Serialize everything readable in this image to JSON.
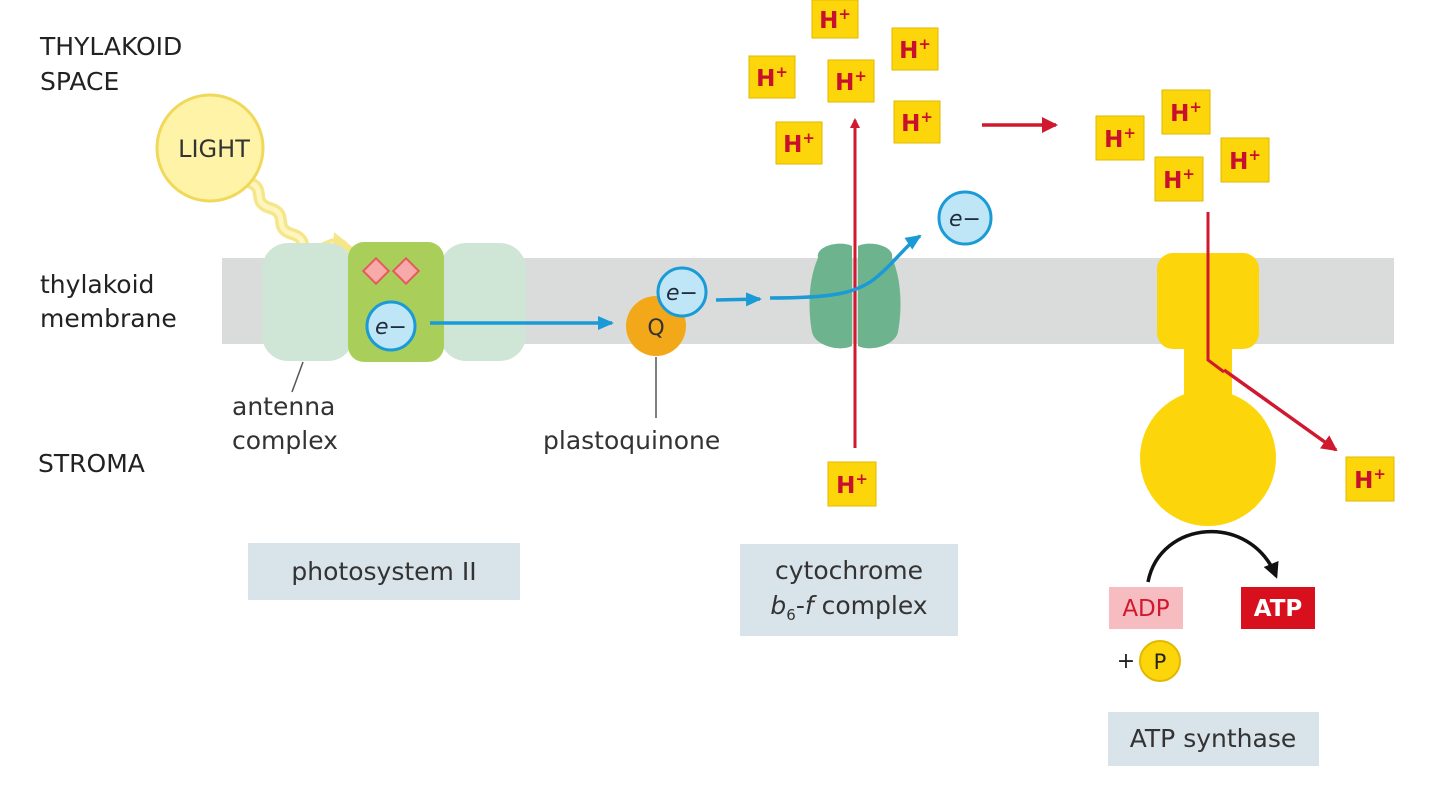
{
  "regions": {
    "thylakoid_space_line1": "THYLAKOID",
    "thylakoid_space_line2": "SPACE",
    "membrane_line1": "thylakoid",
    "membrane_line2": "membrane",
    "stroma": "STROMA"
  },
  "light": {
    "label": "LIGHT"
  },
  "electron": {
    "symbol": "e",
    "charge": "−"
  },
  "proton": {
    "symbol": "H",
    "charge": "+"
  },
  "plastoquinone": {
    "symbol": "Q",
    "label": "plastoquinone"
  },
  "antenna": {
    "line1": "antenna",
    "line2": "complex"
  },
  "complexes": {
    "photosystem2": "photosystem II",
    "cytochrome_line1": "cytochrome",
    "cytochrome_b": "b",
    "cytochrome_sub": "6",
    "cytochrome_rest_dash": "-",
    "cytochrome_f": "f",
    "cytochrome_rest": " complex",
    "atp_synthase": "ATP synthase"
  },
  "atp": {
    "adp": "ADP",
    "atp": "ATP",
    "plus": "+",
    "phosphate": "P"
  },
  "colors": {
    "membrane": "#d9dcda",
    "antenna": "#cfe6d6",
    "reaction_center": "#a9cf5a",
    "cytochrome": "#6db48e",
    "synthase": "#fcd60a",
    "proton_box": "#fcd60a",
    "proton_text": "#c8102e",
    "electron_fill": "#bfe6f7",
    "electron_arrow": "#1a9ad6",
    "proton_arrow": "#d0182f",
    "label_box": "#d9e3ea",
    "adp_box": "#f6bcc0",
    "atp_box": "#d8101e"
  }
}
